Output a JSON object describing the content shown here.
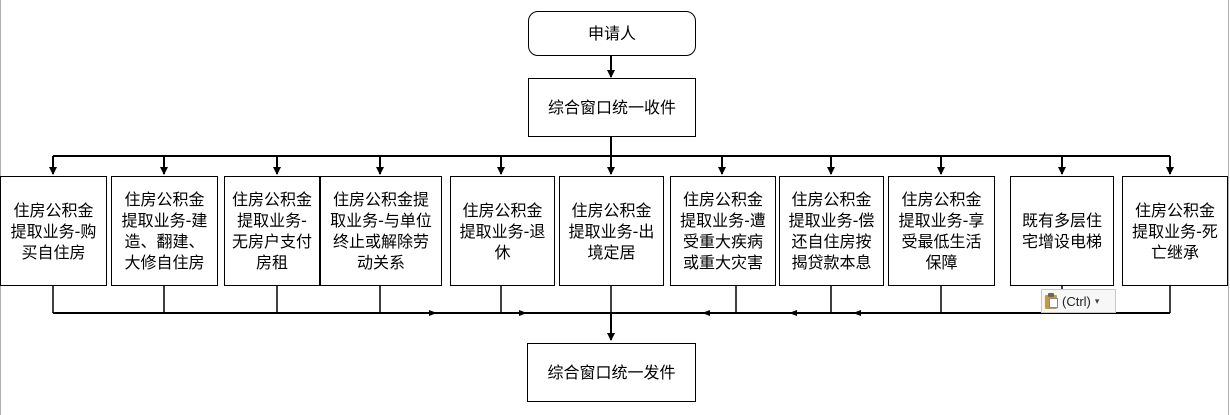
{
  "diagram": {
    "applicant": "申请人",
    "intake": "综合窗口统一收件",
    "items": [
      "住房公积金提取业务-购买自住房",
      "住房公积金提取业务-建造、翻建、大修自住房",
      "住房公积金提取业务-无房户支付房租",
      "住房公积金提取业务-与单位终止或解除劳动关系",
      "住房公积金提取业务-退休",
      "住房公积金提取业务-出境定居",
      "住房公积金提取业务-遭受重大疾病或重大灾害",
      "住房公积金提取业务-偿还自住房按揭贷款本息",
      "住房公积金提取业务-享受最低生活保障",
      "既有多层住宅增设电梯",
      "住房公积金提取业务-死亡继承"
    ],
    "issue": "综合窗口统一发件"
  },
  "paste_options": {
    "label": "(Ctrl)",
    "icon": "clipboard-icon"
  }
}
